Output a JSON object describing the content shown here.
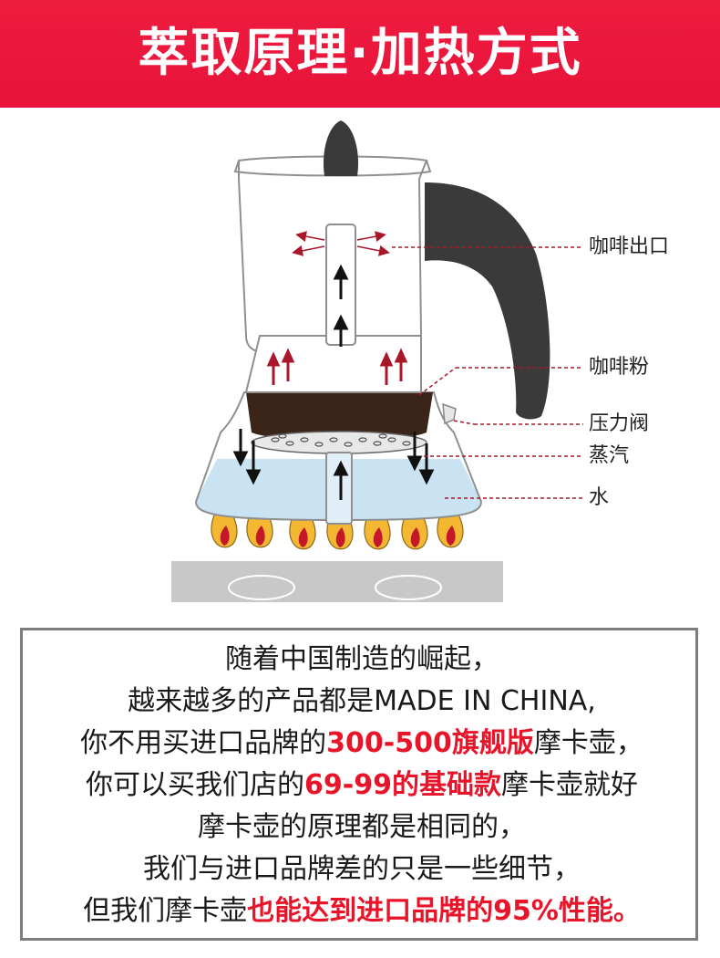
{
  "banner": {
    "title": "萃取原理·加热方式",
    "color": "#ee1c3f"
  },
  "diagram": {
    "labels": {
      "coffee_outlet": "咖啡出口",
      "coffee_powder": "咖啡粉",
      "pressure_valve": "压力阀",
      "steam": "蒸汽",
      "water": "水"
    },
    "colors": {
      "arrow_red": "#a8182a",
      "water": "#c9e3f2",
      "handle": "#3a3a3a",
      "coffee": "#3b2418",
      "flame": "#f4b731"
    }
  },
  "description": {
    "lines": [
      {
        "parts": [
          {
            "text": "随着中国制造的崛起，",
            "highlight": false
          }
        ]
      },
      {
        "parts": [
          {
            "text": "越来越多的产品都是MADE IN CHINA,",
            "highlight": false
          }
        ]
      },
      {
        "parts": [
          {
            "text": "你不用买进口品牌的",
            "highlight": false
          },
          {
            "text": "300-500旗舰版",
            "highlight": true
          },
          {
            "text": "摩卡壶，",
            "highlight": false
          }
        ]
      },
      {
        "parts": [
          {
            "text": "你可以买我们店的",
            "highlight": false
          },
          {
            "text": "69-99的基础款",
            "highlight": true
          },
          {
            "text": "摩卡壶就好",
            "highlight": false
          }
        ]
      },
      {
        "parts": [
          {
            "text": "摩卡壶的原理都是相同的，",
            "highlight": false
          }
        ]
      },
      {
        "parts": [
          {
            "text": "我们与进口品牌差的只是一些细节，",
            "highlight": false
          }
        ]
      },
      {
        "parts": [
          {
            "text": "但我们摩卡壶",
            "highlight": false
          },
          {
            "text": "也能达到进口品牌的95%性能。",
            "highlight": true
          }
        ]
      }
    ]
  }
}
